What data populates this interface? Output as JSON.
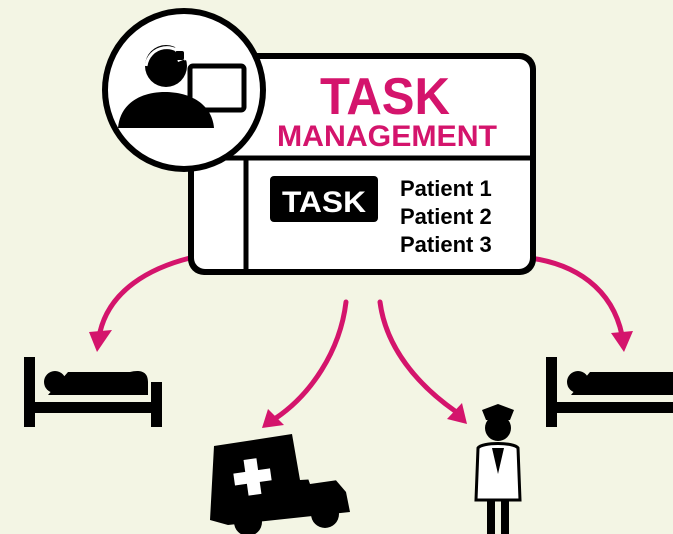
{
  "panel": {
    "title_line1": "TASK",
    "title_line2": "MANAGEMENT",
    "task_badge": "TASK",
    "patients": [
      "Patient 1",
      "Patient 2",
      "Patient 3"
    ]
  },
  "colors": {
    "background": "#f3f5e4",
    "accent": "#d4146c",
    "ink": "#000000",
    "panel_fill": "#ffffff"
  },
  "icons": {
    "operator": "headset-operator-icon",
    "bed_left": "hospital-bed-icon",
    "ambulance": "ambulance-icon",
    "nurse": "nurse-icon",
    "bed_right": "hospital-bed-icon"
  }
}
